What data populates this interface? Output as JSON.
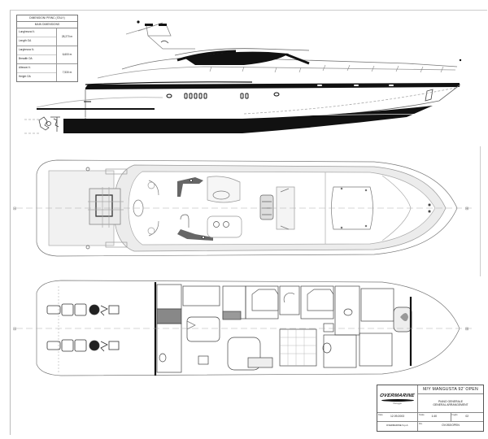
{
  "drawing": {
    "title": "M/Y MANGUSTA 92' OPEN",
    "subtitle_it": "PIANO GENERALE",
    "subtitle_en": "GENERAL ARRANGEMENT",
    "views": [
      "side-profile",
      "main-deck-plan",
      "lower-deck-plan"
    ],
    "centerline_marker": "⊞"
  },
  "dimensions_table": {
    "header_it": "DIMENSIONI PRINC (ITALY)",
    "header_en": "MAIN DIMENSIONS",
    "rows": [
      {
        "label_it": "Lunghezza f.t.",
        "label_en": "Length OA",
        "value": "28,270 m"
      },
      {
        "label_it": "Larghezza f.t.",
        "label_en": "Breadth OA",
        "value": "6,600 m"
      },
      {
        "label_it": "Altezza f.t.",
        "label_en": "Height OA",
        "value": "7,530 m"
      }
    ]
  },
  "title_block": {
    "brand": "OVERMARINE",
    "brand_sub": "Viareggio",
    "date_label": "Data",
    "date": "12.09.2003",
    "scale_label": "Scala",
    "scale": "1:40",
    "sheet_label": "Foglio",
    "sheet": "02",
    "drawing_no_label": "Dis.",
    "drawing_no": "OV.092/OPEN",
    "company_note": "OVERMARINE S.p.A."
  },
  "colors": {
    "ink": "#111111",
    "line": "#555555",
    "light_line": "#9a9a9a",
    "deck_fill": "#e6e6e6",
    "dark_fill": "#6a6a6a",
    "paper": "#ffffff"
  }
}
